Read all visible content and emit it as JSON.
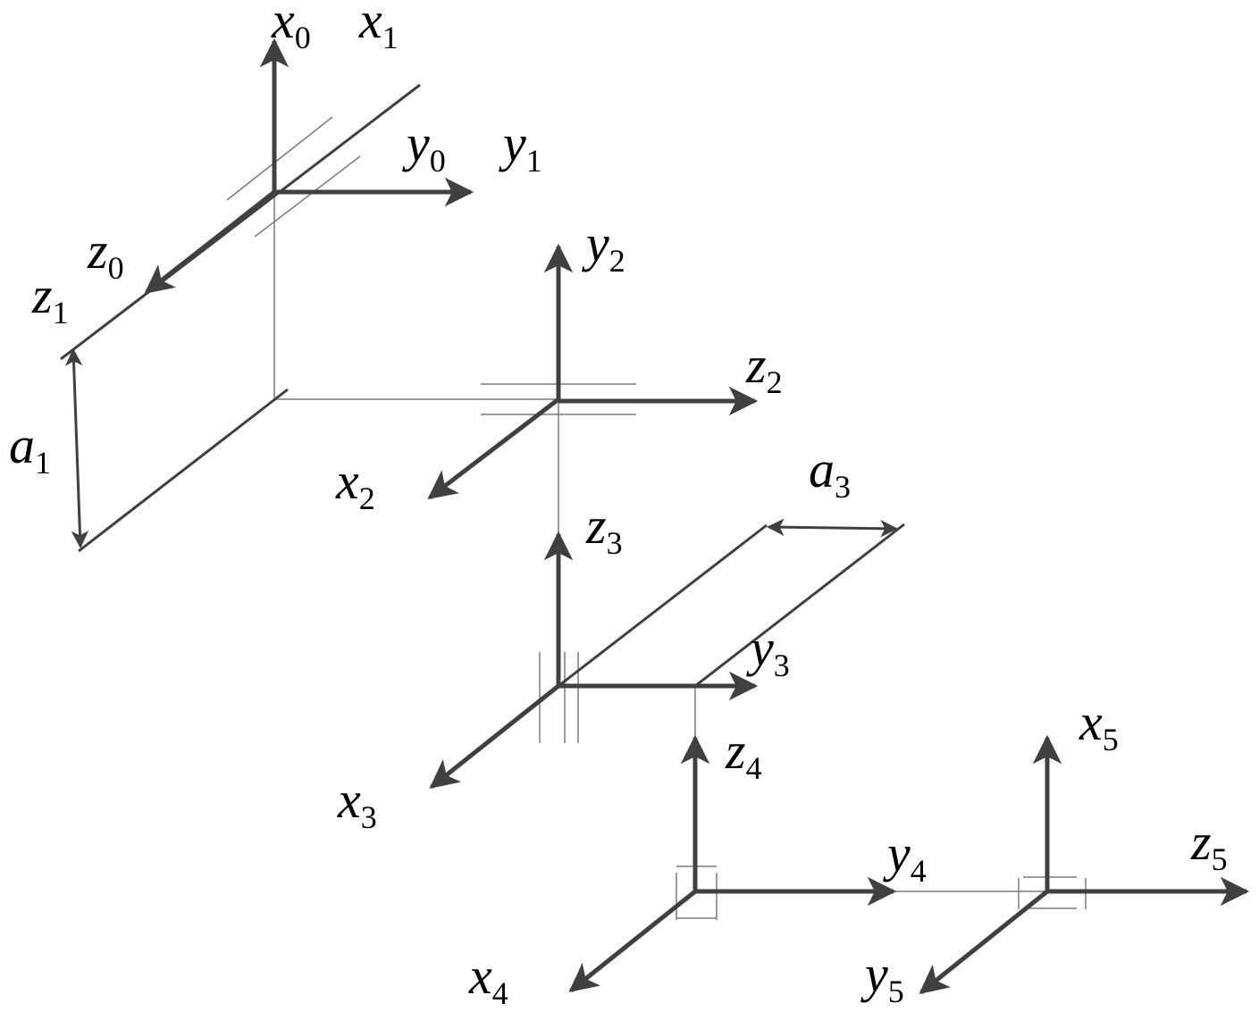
{
  "diagram": {
    "color": "#404040",
    "labels": {
      "x0": {
        "base": "x",
        "sub": "0"
      },
      "x1": {
        "base": "x",
        "sub": "1"
      },
      "y0": {
        "base": "y",
        "sub": "0"
      },
      "y1": {
        "base": "y",
        "sub": "1"
      },
      "z0": {
        "base": "z",
        "sub": "0"
      },
      "z1": {
        "base": "z",
        "sub": "1"
      },
      "a1": {
        "base": "a",
        "sub": "1"
      },
      "y2": {
        "base": "y",
        "sub": "2"
      },
      "z2": {
        "base": "z",
        "sub": "2"
      },
      "x2": {
        "base": "x",
        "sub": "2"
      },
      "a3": {
        "base": "a",
        "sub": "3"
      },
      "z3": {
        "base": "z",
        "sub": "3"
      },
      "y3": {
        "base": "y",
        "sub": "3"
      },
      "x3": {
        "base": "x",
        "sub": "3"
      },
      "z4": {
        "base": "z",
        "sub": "4"
      },
      "y4": {
        "base": "y",
        "sub": "4"
      },
      "x4": {
        "base": "x",
        "sub": "4"
      },
      "x5": {
        "base": "x",
        "sub": "5"
      },
      "z5": {
        "base": "z",
        "sub": "5"
      },
      "y5": {
        "base": "y",
        "sub": "5"
      }
    }
  }
}
